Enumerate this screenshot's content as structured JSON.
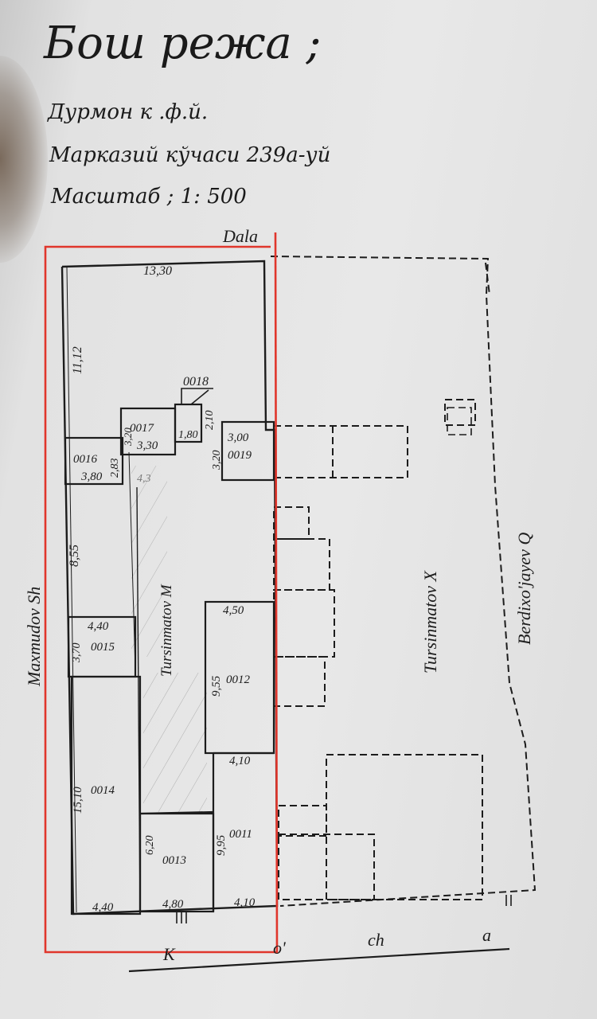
{
  "header": {
    "title": "Бош режа ;",
    "locality": "Дурмон к .ф.й.",
    "street": "Марказий кўчаси 239а-уй",
    "scale": "Масштаб ; 1: 500"
  },
  "plan": {
    "north": "Dala",
    "dim_top": "13,30",
    "dim_left_top": "11,12",
    "b0018": "0018",
    "b0017": "0017",
    "dim_0017_w": "3,30",
    "dim_0017_h": "3,20",
    "dim_0018_w": "1,80",
    "dim_0018_h": "2,10",
    "b0019": "0019",
    "dim_0019_w": "3,00",
    "dim_0019_h": "3,20",
    "b0016": "0016",
    "dim_0016_w": "3,80",
    "dim_0016_h": "2,83",
    "pencil_mark": "4,3",
    "dim_left_mid": "8,55",
    "owner_main": "Tursinmatov M",
    "b0015": "0015",
    "dim_0015_w": "4,40",
    "dim_0015_h": "3,70",
    "b0012": "0012",
    "dim_0012_w": "4,50",
    "dim_0012_h": "9,55",
    "b0011": "0011",
    "dim_0011_w": "4,10",
    "dim_0011_h": "9,95",
    "b0014": "0014",
    "dim_0014_h": "15,10",
    "b0013": "0013",
    "dim_0013_h": "6,20",
    "dim_bottom_1": "4,40",
    "dim_bottom_2": "4,80",
    "dim_bottom_3": "4,10",
    "neighbour_west": "Maxmudov Sh",
    "neighbour_middle": "Tursinmatov X",
    "neighbour_east": "Berdixo'jayev Q",
    "street_k": "K",
    "street_o": "o'",
    "street_ch": "ch",
    "street_a": "a"
  },
  "colors": {
    "ink": "#1c1c1c",
    "red_overlay": "#e0362c",
    "paper": "#e6e6e6"
  }
}
